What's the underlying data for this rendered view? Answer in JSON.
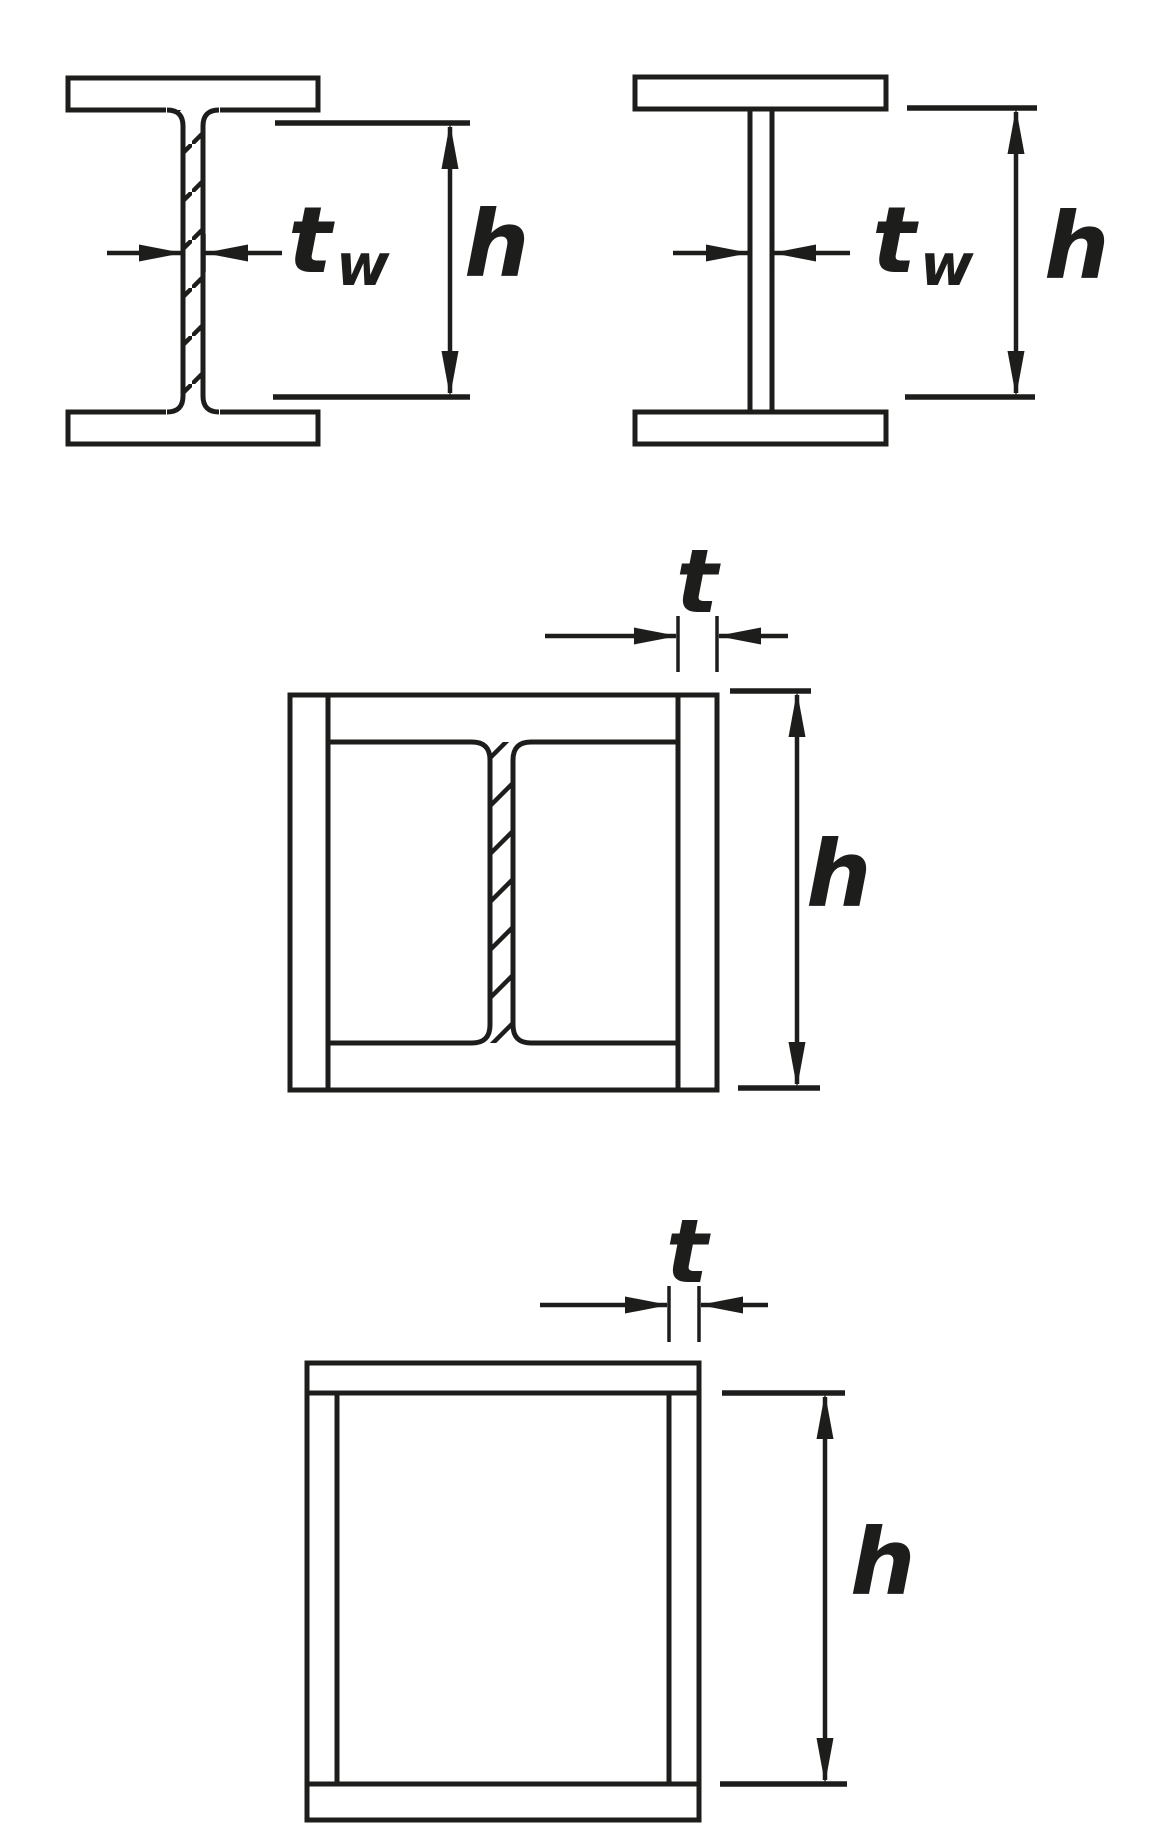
{
  "figures": {
    "rolled_i": {
      "thickness_main": "t",
      "thickness_sub": "w",
      "depth": "h"
    },
    "welded_i": {
      "thickness_main": "t",
      "thickness_sub": "w",
      "depth": "h"
    },
    "double_web_box": {
      "thickness": "t",
      "depth": "h"
    },
    "hollow_box": {
      "thickness": "t",
      "depth": "h"
    }
  },
  "colors": {
    "line": "#1d1d1b",
    "background": "#ffffff"
  }
}
